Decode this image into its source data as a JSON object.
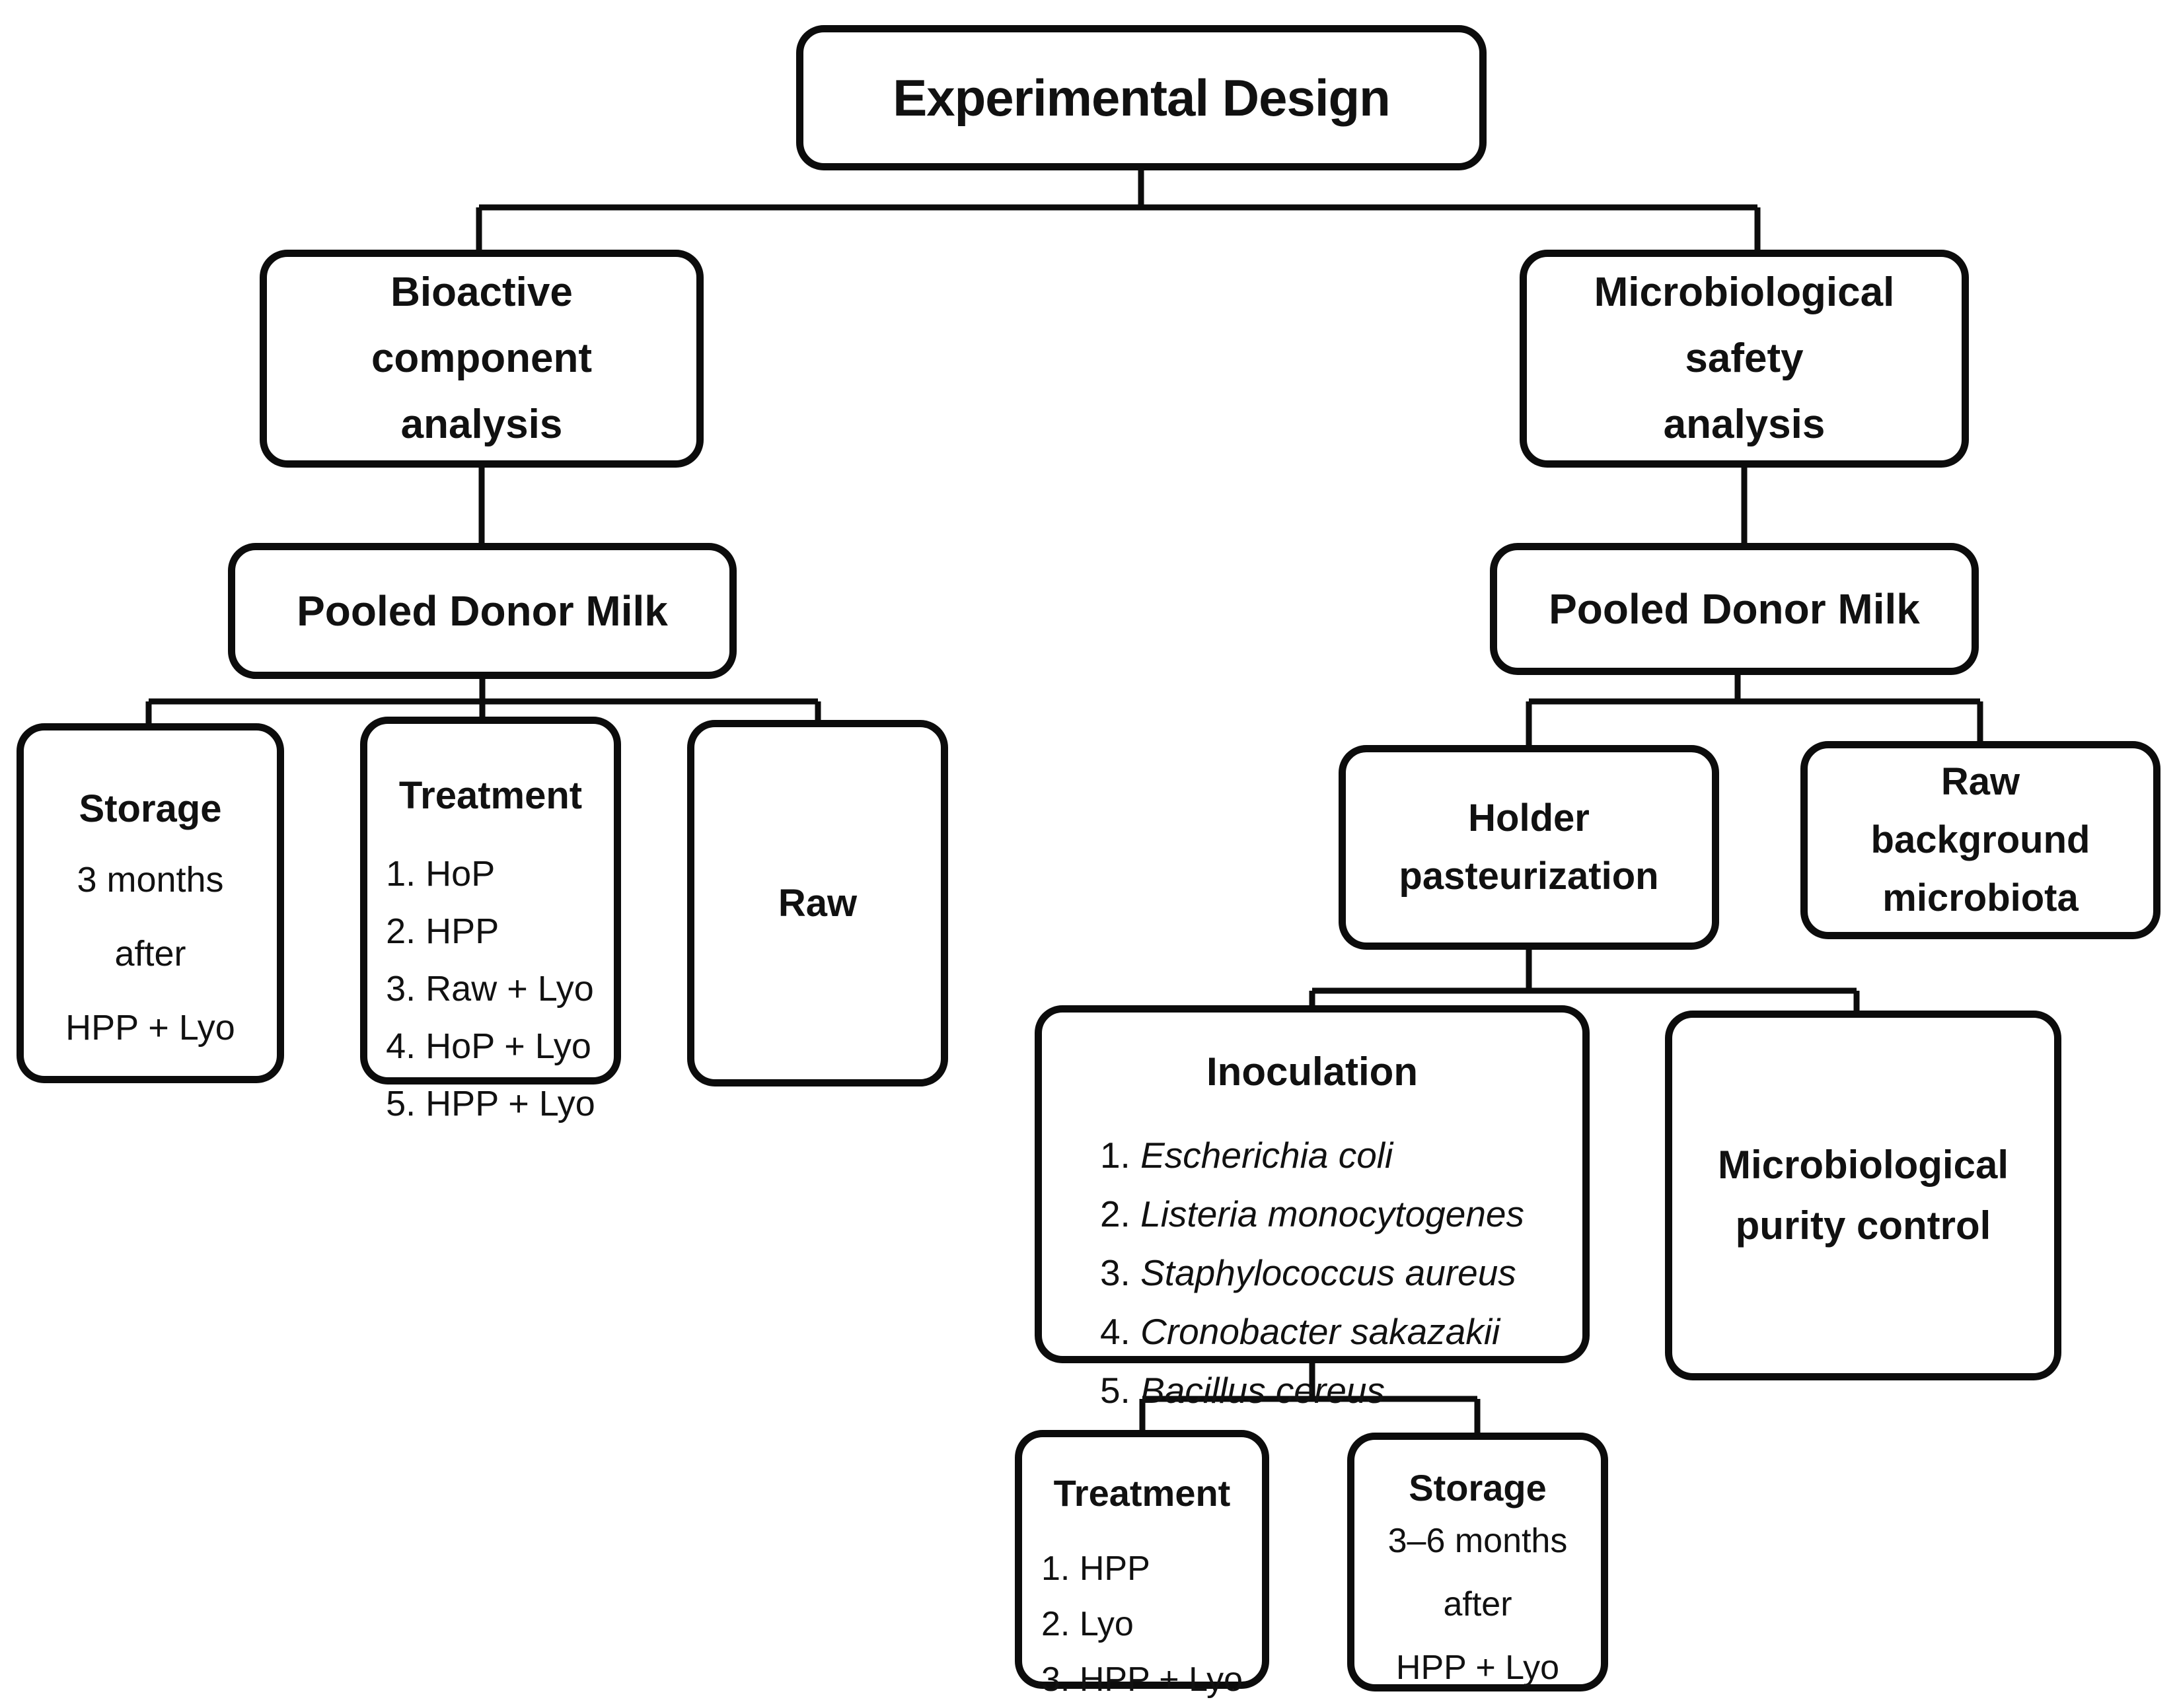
{
  "colors": {
    "ink": "#0c0c0c",
    "background": "#ffffff"
  },
  "diagram": {
    "root": {
      "title": "Experimental Design"
    },
    "left_branch": {
      "category": {
        "lines": [
          "Bioactive",
          "component",
          "analysis"
        ]
      },
      "pooled_donor_milk": {
        "label": "Pooled Donor Milk"
      },
      "storage": {
        "title": "Storage",
        "lines": [
          "3 months",
          "after",
          "HPP + Lyo"
        ]
      },
      "treatment": {
        "title": "Treatment",
        "items": [
          "1. HoP",
          "2. HPP",
          "3. Raw + Lyo",
          "4. HoP + Lyo",
          "5. HPP + Lyo"
        ]
      },
      "raw": {
        "label": "Raw"
      }
    },
    "right_branch": {
      "category": {
        "lines": [
          "Microbiological",
          "safety",
          "analysis"
        ]
      },
      "pooled_donor_milk": {
        "label": "Pooled Donor Milk"
      },
      "holder_pasteurization": {
        "lines": [
          "Holder",
          "pasteurization"
        ]
      },
      "raw_background_microbiota": {
        "lines": [
          "Raw",
          "background",
          "microbiota"
        ]
      },
      "inoculation": {
        "title": "Inoculation",
        "items": [
          {
            "num": "1.",
            "species": "Escherichia coli"
          },
          {
            "num": "2.",
            "species": "Listeria monocytogenes"
          },
          {
            "num": "3.",
            "species": "Staphylococcus aureus"
          },
          {
            "num": "4.",
            "species": "Cronobacter sakazakii"
          },
          {
            "num": "5.",
            "species": "Bacillus cereus"
          }
        ]
      },
      "purity_control": {
        "lines": [
          "Microbiological",
          "purity control"
        ]
      },
      "treatment": {
        "title": "Treatment",
        "items": [
          "1. HPP",
          "2. Lyo",
          "3. HPP + Lyo"
        ]
      },
      "storage": {
        "title": "Storage",
        "lines": [
          "3–6 months",
          "after",
          "HPP + Lyo"
        ]
      }
    }
  }
}
